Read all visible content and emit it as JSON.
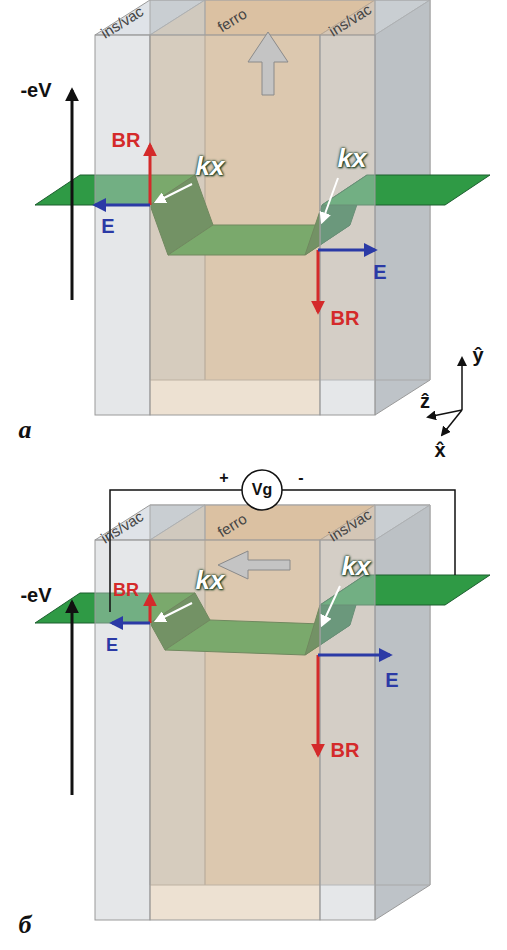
{
  "diagram": {
    "labels": [
      "ins/vac",
      "ferro",
      "ins/vac",
      "-eV",
      "BR",
      "kx",
      "E",
      "kx",
      "E",
      "BR",
      "ŷ",
      "ẑ",
      "x̂",
      "a",
      "+",
      "Vg",
      "-",
      "ins/vac",
      "ferro",
      "ins/vac",
      "-eV",
      "BR",
      "kx",
      "E",
      "kx",
      "E",
      "BR",
      "б"
    ]
  }
}
